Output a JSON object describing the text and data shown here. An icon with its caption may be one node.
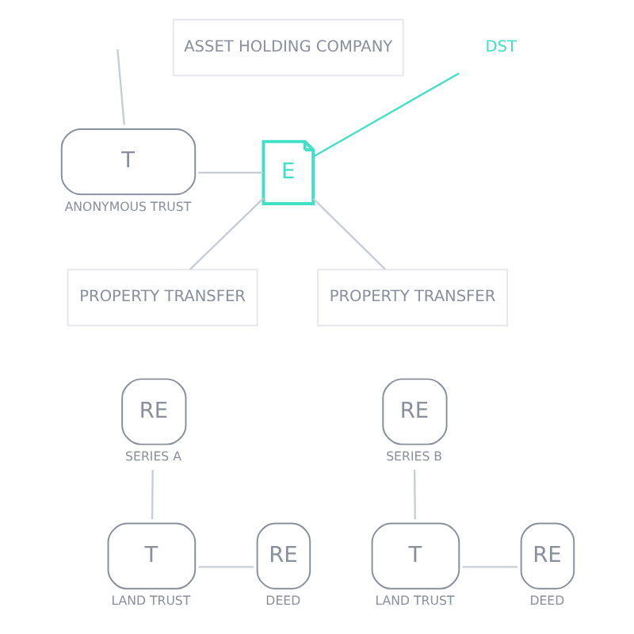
{
  "diagram": {
    "nodes": [
      {
        "text": [
          "ASSET HOLDING COMPANY"
        ]
      },
      {
        "text": [
          "T"
        ],
        "beside": [
          "ANONYMOUS TRUST"
        ]
      },
      {
        "text": [
          "E"
        ]
      },
      {
        "text": [
          "DST"
        ]
      },
      {
        "text": [
          "PROPERTY TRANSFER"
        ]
      },
      {
        "text": [
          "RE"
        ],
        "beside": [
          "SERIES A"
        ]
      },
      {
        "text": [
          "T"
        ],
        "beside": [
          "LAND TRUST"
        ]
      },
      {
        "text": [
          "RE"
        ],
        "beside": [
          "DEED"
        ]
      },
      {
        "text": [
          "PROPERTY TRANSFER"
        ]
      },
      {
        "text": [
          "RE"
        ],
        "beside": [
          "SERIES B"
        ]
      },
      {
        "text": [
          "T"
        ],
        "beside": [
          "LAND TRUST"
        ]
      },
      {
        "text": [
          "RE"
        ],
        "beside": [
          "DEED"
        ]
      }
    ],
    "edges": [
      {
        "from": null,
        "to": 1,
        "arrow": "none"
      },
      {
        "from": 1,
        "to": 2,
        "arrow": "none"
      },
      {
        "from": 3,
        "to": 2,
        "arrow": "none",
        "color": "#3fe0c5"
      },
      {
        "from": 2,
        "to": 4,
        "arrow": "none"
      },
      {
        "from": 2,
        "to": 8,
        "arrow": "none"
      },
      {
        "from": 5,
        "to": 6,
        "arrow": "none"
      },
      {
        "from": 6,
        "to": 7,
        "arrow": "none"
      },
      {
        "from": 9,
        "to": 10,
        "arrow": "none"
      },
      {
        "from": 10,
        "to": 11,
        "arrow": "none"
      }
    ]
  }
}
